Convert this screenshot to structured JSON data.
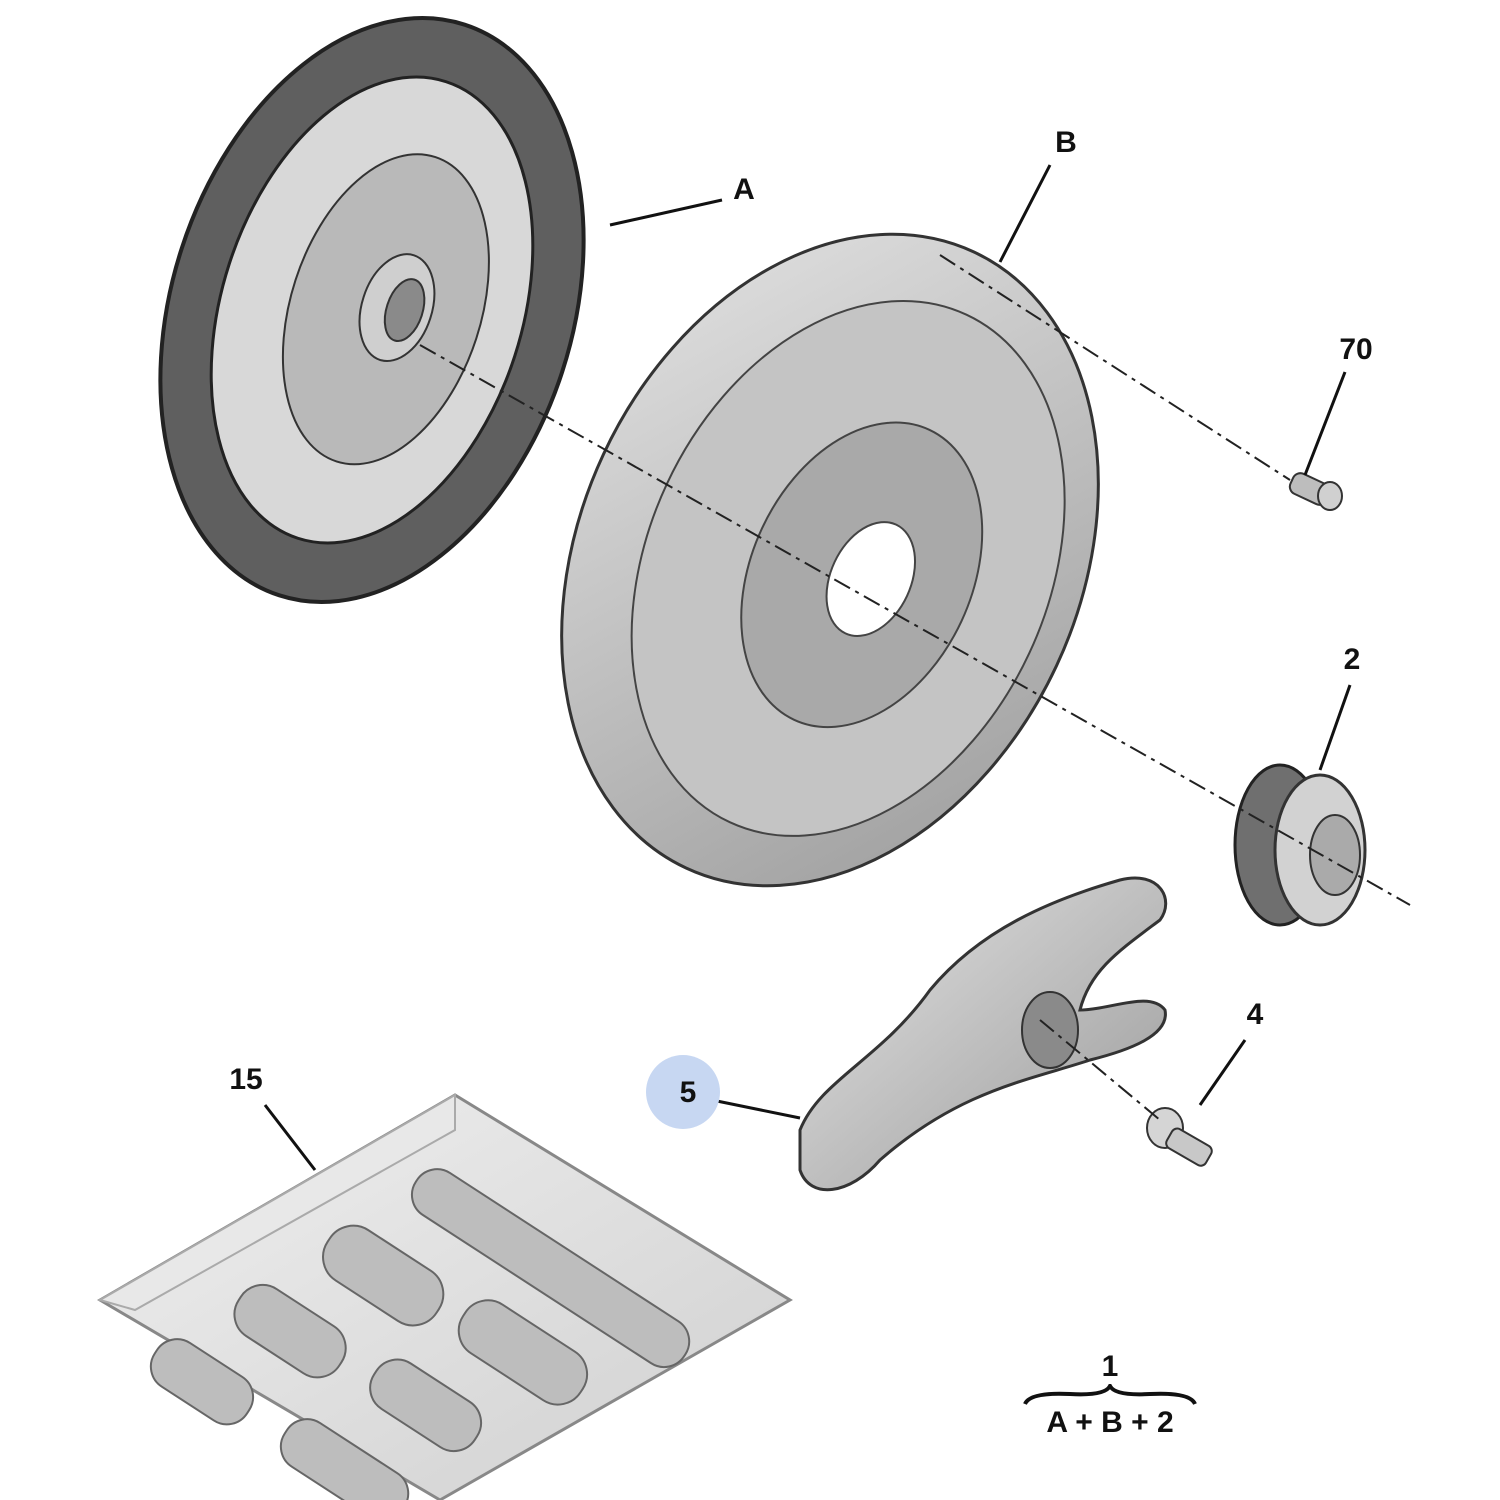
{
  "callouts": {
    "A": "A",
    "B": "B",
    "p70": "70",
    "p2": "2",
    "p4": "4",
    "p5": "5",
    "p15": "15"
  },
  "legend": {
    "total": "1",
    "components": "A + B + 2"
  },
  "colors": {
    "highlight": "#c7d7f2",
    "part_fill": "#c8c8c8",
    "friction_fill": "#6a6a6a",
    "outline": "#333333"
  }
}
